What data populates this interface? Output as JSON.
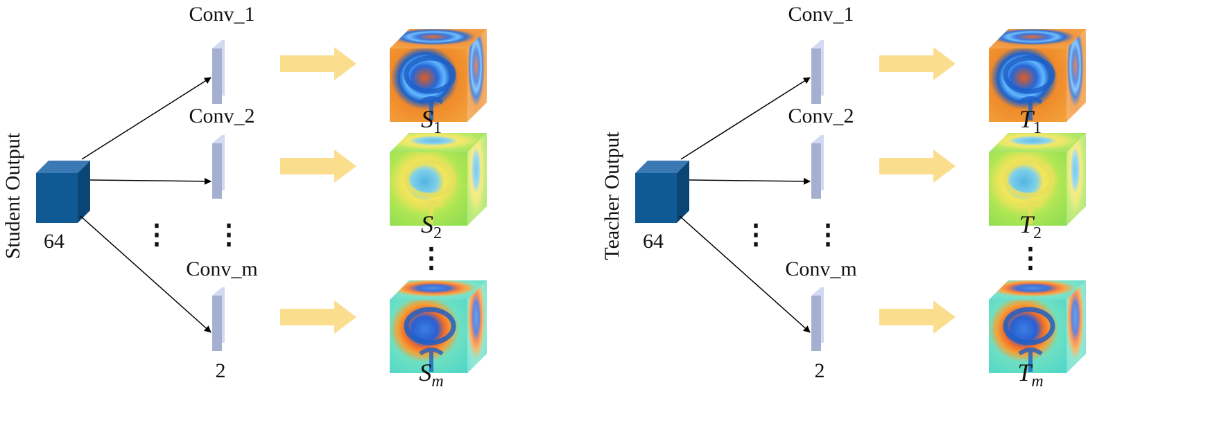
{
  "colors": {
    "cube_front": "#0f5a94",
    "cube_top": "#3a79b4",
    "cube_side": "#0a4576",
    "conv_face": "#a5afd0",
    "conv_edge": "#d2daf2",
    "transfer_arrow": "#fbdd8e",
    "line": "#000000"
  },
  "panels": [
    {
      "id": "student",
      "side_label": "Student Output",
      "input_channels": "64",
      "convs": [
        {
          "label": "Conv_1"
        },
        {
          "label": "Conv_2"
        },
        {
          "label": "Conv_m",
          "channels": "2"
        }
      ],
      "features": [
        {
          "base": "S",
          "sub": "1",
          "colormap": "orange"
        },
        {
          "base": "S",
          "sub": "2",
          "colormap": "green"
        },
        {
          "base": "S",
          "sub": "m",
          "colormap": "cyan"
        }
      ],
      "ellipsis": "⋮"
    },
    {
      "id": "teacher",
      "side_label": "Teacher Output",
      "input_channels": "64",
      "convs": [
        {
          "label": "Conv_1"
        },
        {
          "label": "Conv_2"
        },
        {
          "label": "Conv_m",
          "channels": "2"
        }
      ],
      "features": [
        {
          "base": "T",
          "sub": "1",
          "colormap": "orange"
        },
        {
          "base": "T",
          "sub": "2",
          "colormap": "green"
        },
        {
          "base": "T",
          "sub": "m",
          "colormap": "cyan"
        }
      ],
      "ellipsis": "⋮"
    }
  ]
}
